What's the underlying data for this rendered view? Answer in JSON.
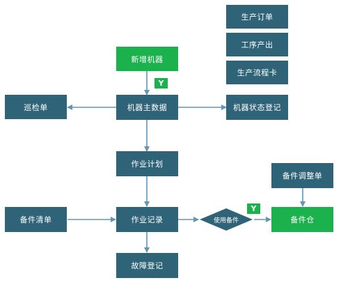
{
  "nodes": {
    "production_order": "生产订单",
    "process_output": "工序产出",
    "production_card": "生产流程卡",
    "new_machine": "新增机器",
    "inspection_sheet": "巡检单",
    "machine_master_data": "机器主数据",
    "machine_status_register": "机器状态登记",
    "work_plan": "作业计划",
    "spare_adjust_sheet": "备件调整单",
    "spare_list": "备件清单",
    "work_record": "作业记录",
    "use_spare": "使用备件",
    "spare_warehouse": "备件仓",
    "fault_register": "故障登记"
  },
  "badges": {
    "yes_new_machine": "Y",
    "yes_use_spare": "Y"
  },
  "colors": {
    "dark_box": "#2f6378",
    "green_box": "#1bb14c",
    "arrow": "#5f97b5"
  }
}
